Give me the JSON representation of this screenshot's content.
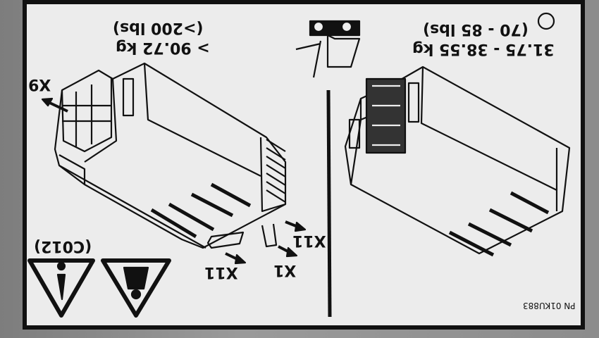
{
  "label": {
    "left_panel": {
      "weight_lbs": "(>200 lbs)",
      "weight_kg": "> 90.72 kg",
      "connector_x9": "X9",
      "connector_x11_upper": "X11",
      "connector_x11_lower": "X11",
      "connector_x1": "X1",
      "warning_code": "(C012)"
    },
    "right_panel": {
      "weight_lbs": "(70 - 85 lbs)",
      "weight_kg": "31.75 - 38.55 kg",
      "part_number": "PN 01KU883"
    }
  },
  "colors": {
    "label_bg": "#ececec",
    "ink": "#111111"
  }
}
